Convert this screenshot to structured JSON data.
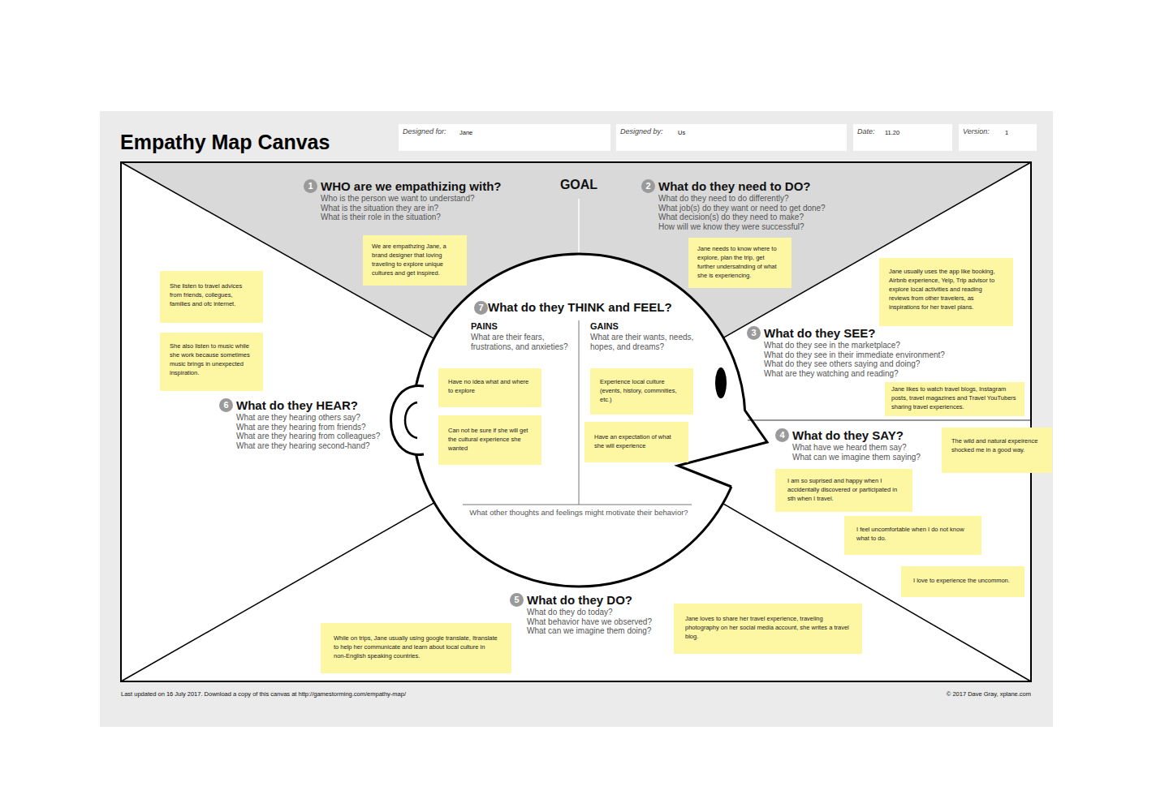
{
  "diagram": {
    "title": "Empathy Map Canvas",
    "nodes": [
      {
        "text": [
          "Designed for:",
          "Jane"
        ]
      },
      {
        "text": [
          "Designed by:",
          "Us"
        ]
      },
      {
        "text": [
          "Date:",
          "11.20"
        ]
      },
      {
        "text": [
          "Version:",
          "1"
        ]
      },
      {
        "text": [
          "1",
          "WHO are we empathizing with?",
          "Who is the person we want to understand?",
          "What is the situation they are in?",
          "What is their role in the situation?"
        ]
      },
      {
        "text": [
          "We are empathzing Jane, a brand designer that loving traveling to explore unique cultures and get inspired."
        ],
        "in": 4
      },
      {
        "text": [
          "2",
          "What do they need to DO?",
          "What do they need to do differently?",
          "What job(s) do they want or need to get done?",
          "What decision(s) do they need to make?",
          "How will we know they were successful?"
        ]
      },
      {
        "text": [
          "Jane needs to know where to explore, plan the trip, get further undersatnding of what she is experiencing."
        ],
        "in": 6
      },
      {
        "text": [
          "6",
          "What do they HEAR?",
          "What are they hearing others say?",
          "What are they hearing from friends?",
          "What are they hearing from colleagues?",
          "What are they hearing second-hand?"
        ]
      },
      {
        "text": [
          "She listen to travel advices from friends, collegues, families and ofc internet."
        ],
        "in": 8
      },
      {
        "text": [
          "She also listen to music while she work because sometimes music brings in unexpected inspiration."
        ],
        "in": 8
      },
      {
        "text": [
          "7",
          "What do they THINK and FEEL?",
          "PAINS",
          "What are their fears, frustrations, and anxieties?",
          "GAINS",
          "What are their wants, needs, hopes, and dreams?",
          "What other thoughts and feelings might motivate their behavior?"
        ]
      },
      {
        "text": [
          "Have no idea what and where to explore"
        ],
        "in": 11
      },
      {
        "text": [
          "Can not be sure if she will get the cultural experience she wanted"
        ],
        "in": 11
      },
      {
        "text": [
          "Experience local culture (events, history, commnities, etc.)"
        ],
        "in": 11
      },
      {
        "text": [
          "Have an expectation of what she will experience"
        ],
        "in": 11
      },
      {
        "text": [
          "3",
          "What do they SEE?",
          "What do they see in the marketplace?",
          "What do they see in their immediate environment?",
          "What do they see others saying and doing?",
          "What are they watching and reading?"
        ]
      },
      {
        "text": [
          "Jane usually uses the app like booking, Airbnb experience, Yelp, Trip advisor to explore local activities and reading reviews from other travelers, as inspirations for her travel plans."
        ],
        "in": 16
      },
      {
        "text": [
          "Jane likes to watch travel blogs, Instagram posts, travel magazines and Travel YouTubers sharing travel experiences."
        ],
        "in": 16
      },
      {
        "text": [
          "4",
          "What do they SAY?",
          "What have we heard them say?",
          "What can we imagine them saying?"
        ]
      },
      {
        "text": [
          "I am so suprised and happy when I accidentally discovered or participated in sth when I travel."
        ],
        "in": 19
      },
      {
        "text": [
          "The wild and natural expeirence shocked me in a good way."
        ],
        "in": 19
      },
      {
        "text": [
          "I feel uncomfortable when I do not know what to do."
        ],
        "in": 19
      },
      {
        "text": [
          "I love to experience the uncommon."
        ],
        "in": 19
      },
      {
        "text": [
          "5",
          "What do they DO?",
          "What do they do today?",
          "What behavior have we observed?",
          "What can we imagine them doing?"
        ]
      },
      {
        "text": [
          "While on trips, Jane usually using google translate, Itranslate to help her communicate and learn about local culture in non-English speaking countries."
        ],
        "in": 24
      },
      {
        "text": [
          "Jane loves to share her travel experience, traveling photography on her social media account, she writes a travel blog."
        ],
        "in": 24
      }
    ],
    "labels": [
      "GOAL",
      "Last updated on 16 July 2017. Download a copy of this canvas at http://gamestorming.com/empathy-map/",
      "© 2017 Dave Gray, xplane.com"
    ]
  }
}
